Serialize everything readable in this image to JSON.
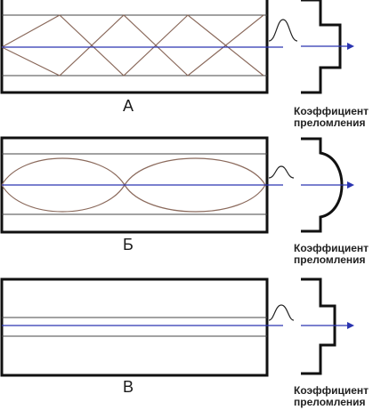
{
  "panels": [
    {
      "id": "a",
      "label": "А",
      "caption_line1": "Коэффициент",
      "caption_line2": "преломления"
    },
    {
      "id": "b",
      "label": "Б",
      "caption_line1": "Коэффициент",
      "caption_line2": "преломления"
    },
    {
      "id": "c",
      "label": "В",
      "caption_line1": "Коэффициент",
      "caption_line2": "преломления"
    }
  ],
  "colors": {
    "outline": "#111111",
    "core_line": "#444444",
    "ray": "#8b6a5c",
    "axis": "#2a34b0"
  }
}
